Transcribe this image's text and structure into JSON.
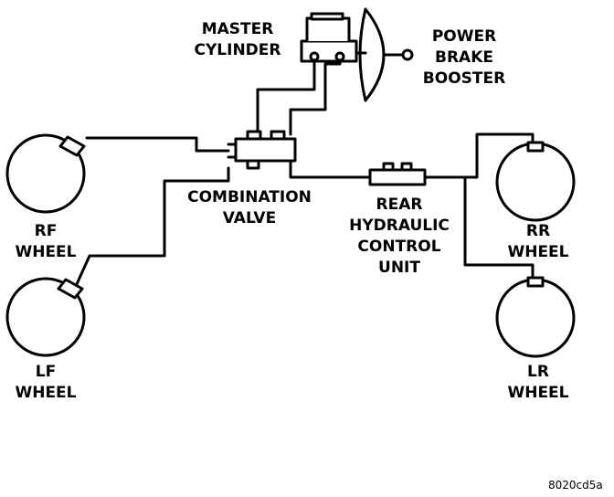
{
  "labels": {
    "master_cylinder": [
      "MASTER",
      "CYLINDER"
    ],
    "power_brake_booster": [
      "POWER",
      "BRAKE",
      "BOOSTER"
    ],
    "combination_valve": [
      "COMBINATION",
      "VALVE"
    ],
    "rear_hydraulic_control_unit": [
      "REAR",
      "HYDRAULIC",
      "CONTROL",
      "UNIT"
    ],
    "rf_wheel": [
      "RF",
      "WHEEL"
    ],
    "lf_wheel": [
      "LF",
      "WHEEL"
    ],
    "rr_wheel": [
      "RR",
      "WHEEL"
    ],
    "lr_wheel": [
      "LR",
      "WHEEL"
    ]
  },
  "figure_id": "8020cd5a",
  "colors": {
    "line": "#000000",
    "background": "#ffffff"
  }
}
